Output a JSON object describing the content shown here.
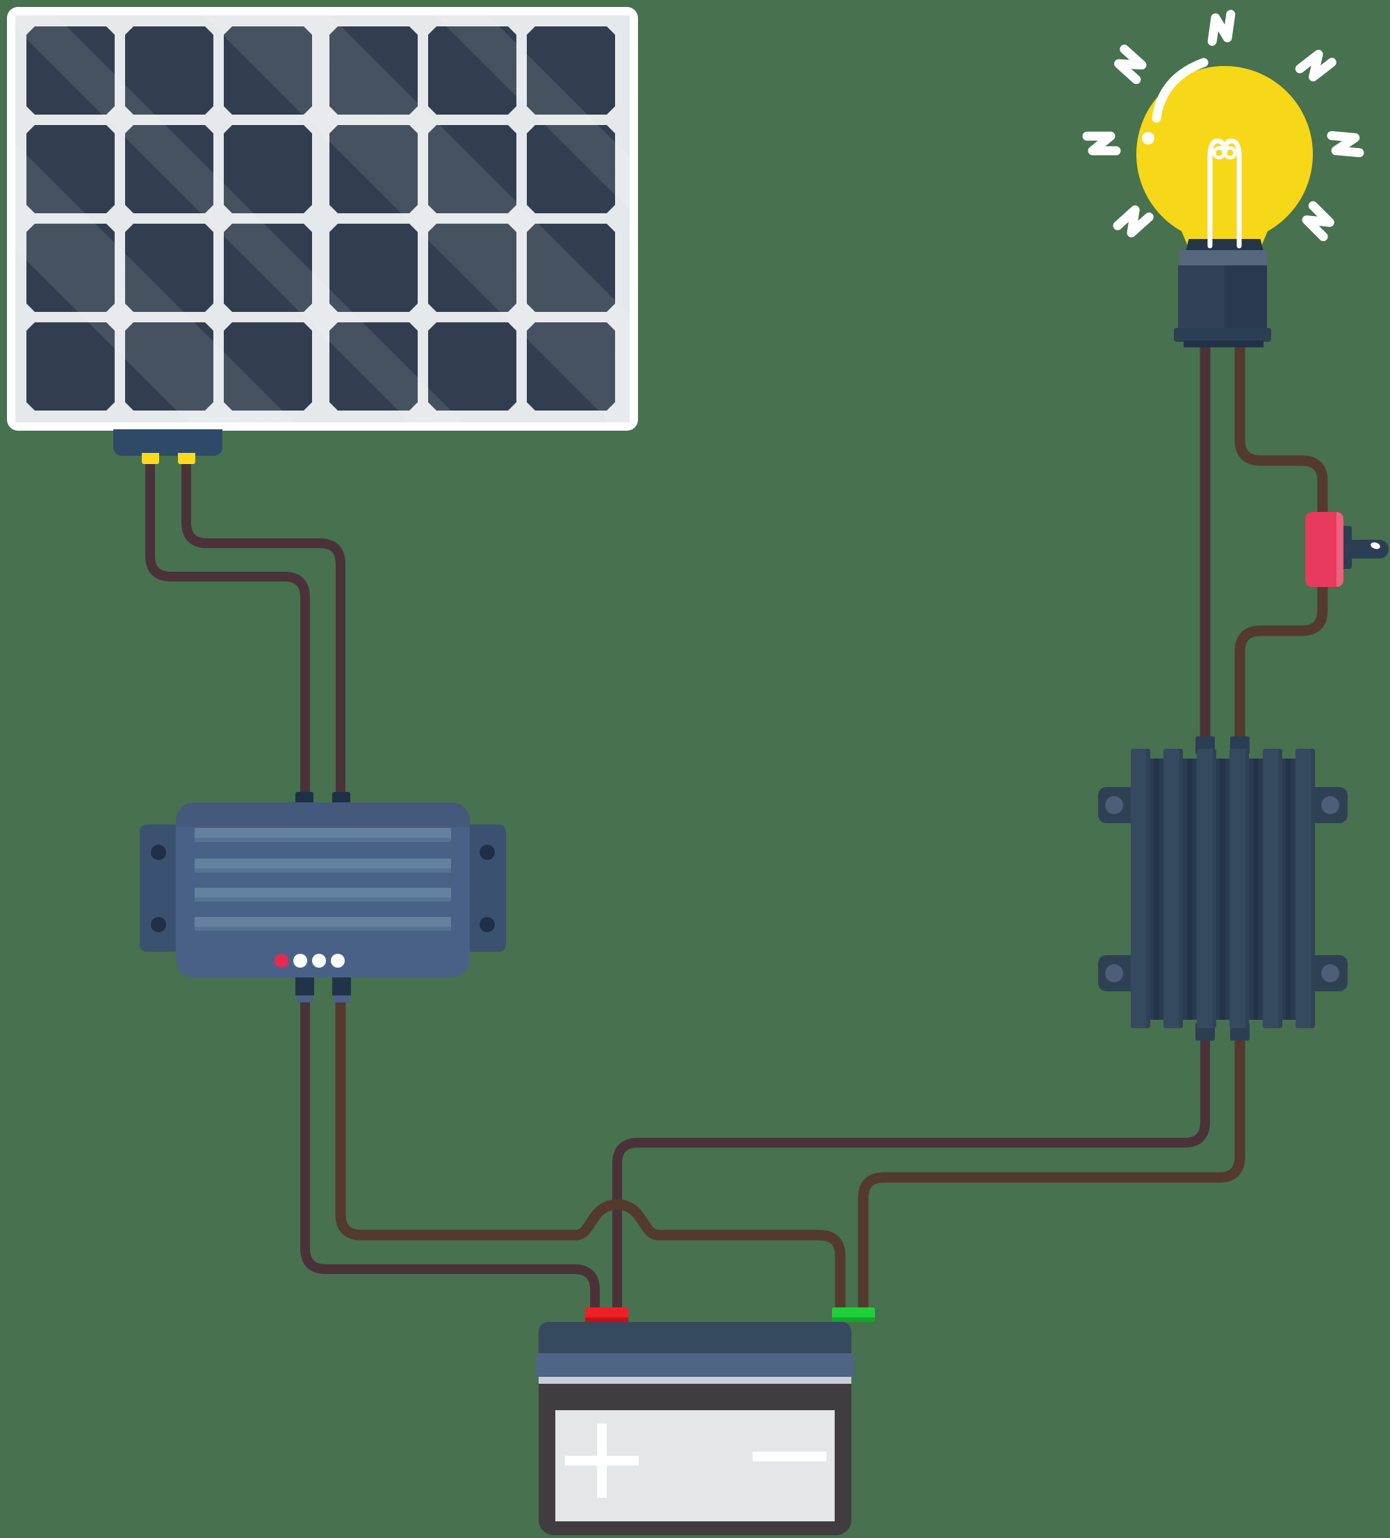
{
  "title": "Solar power system wiring illustration",
  "background_color": "#47714f",
  "solar_panel": {
    "rows": 4,
    "cols": 6,
    "cell_color": "#323e4f",
    "frame_color": "#ffffff",
    "connector_color": "#2e4a68",
    "pin_color": "#fed91b"
  },
  "charge_controller": {
    "body_color": "#4a6187",
    "stripe_count": 4,
    "led_colors": [
      "#e62a52",
      "#ffffff",
      "#ffffff",
      "#ffffff"
    ]
  },
  "inverter": {
    "fin_count": 6,
    "fin_color": "#35495f",
    "lug_color": "#2e4154"
  },
  "bulb": {
    "glass_color": "#f6d818",
    "spark_count": 7,
    "socket_color": "#314258"
  },
  "switch": {
    "body_color": "#e73a5e",
    "toggle_color": "#2c3e54"
  },
  "battery": {
    "positive_symbol": "+",
    "negative_symbol": "−",
    "positive_terminal_color": "#ee2027",
    "negative_terminal_color": "#1fd039",
    "case_color": "#413c3f",
    "label_panel_color": "#e4e6e7"
  },
  "wires": {
    "primary_color": "#4b3238",
    "secondary_color": "#54392f"
  }
}
